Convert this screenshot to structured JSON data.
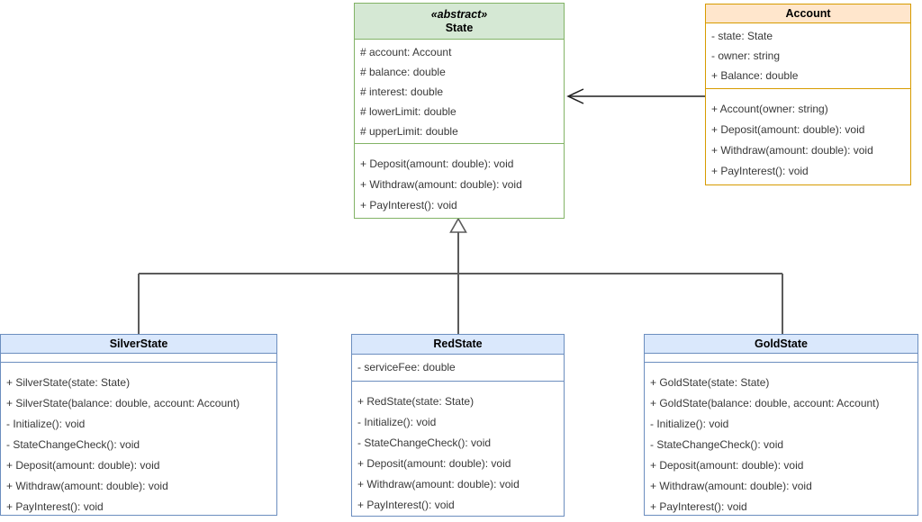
{
  "diagram": {
    "title": "State pattern UML class diagram",
    "colors": {
      "green_fill": "#d5e8d4",
      "green_stroke": "#82b366",
      "orange_fill": "#ffe6cc",
      "orange_stroke": "#d79b00",
      "blue_fill": "#dae8fc",
      "blue_stroke": "#6c8ebf",
      "generalization_stroke": "#5b5b5b",
      "association_stroke": "#1f1f1f"
    },
    "classes": {
      "state": {
        "stereotype": "«abstract»",
        "name": "State",
        "attributes": [
          "# account: Account",
          "# balance: double",
          "# interest: double",
          "# lowerLimit: double",
          "# upperLimit: double"
        ],
        "methods": [
          "+ Deposit(amount: double): void",
          "+ Withdraw(amount: double): void",
          "+ PayInterest(): void"
        ]
      },
      "account": {
        "name": "Account",
        "attributes": [
          "- state: State",
          "- owner: string",
          "+ Balance: double"
        ],
        "methods": [
          "+ Account(owner: string)",
          "+ Deposit(amount: double): void",
          "+ Withdraw(amount: double): void",
          "+ PayInterest(): void"
        ]
      },
      "silverState": {
        "name": "SilverState",
        "attributes": [],
        "methods": [
          "+ SilverState(state: State)",
          "+ SilverState(balance: double, account: Account)",
          "- Initialize(): void",
          "- StateChangeCheck(): void",
          "+ Deposit(amount: double): void",
          "+ Withdraw(amount: double): void",
          "+ PayInterest(): void"
        ]
      },
      "redState": {
        "name": "RedState",
        "attributes": [
          "- serviceFee: double"
        ],
        "methods": [
          "+ RedState(state: State)",
          "- Initialize(): void",
          "- StateChangeCheck(): void",
          "+ Deposit(amount: double): void",
          "+ Withdraw(amount: double): void",
          "+ PayInterest(): void"
        ]
      },
      "goldState": {
        "name": "GoldState",
        "attributes": [],
        "methods": [
          "+ GoldState(state: State)",
          "+ GoldState(balance: double, account: Account)",
          "- Initialize(): void",
          "- StateChangeCheck(): void",
          "+ Deposit(amount: double): void",
          "+ Withdraw(amount: double): void",
          "+ PayInterest(): void"
        ]
      }
    },
    "relationships": [
      {
        "type": "directed-association",
        "from": "Account",
        "to": "State"
      },
      {
        "type": "generalization",
        "from": "SilverState",
        "to": "State"
      },
      {
        "type": "generalization",
        "from": "RedState",
        "to": "State"
      },
      {
        "type": "generalization",
        "from": "GoldState",
        "to": "State"
      }
    ]
  }
}
